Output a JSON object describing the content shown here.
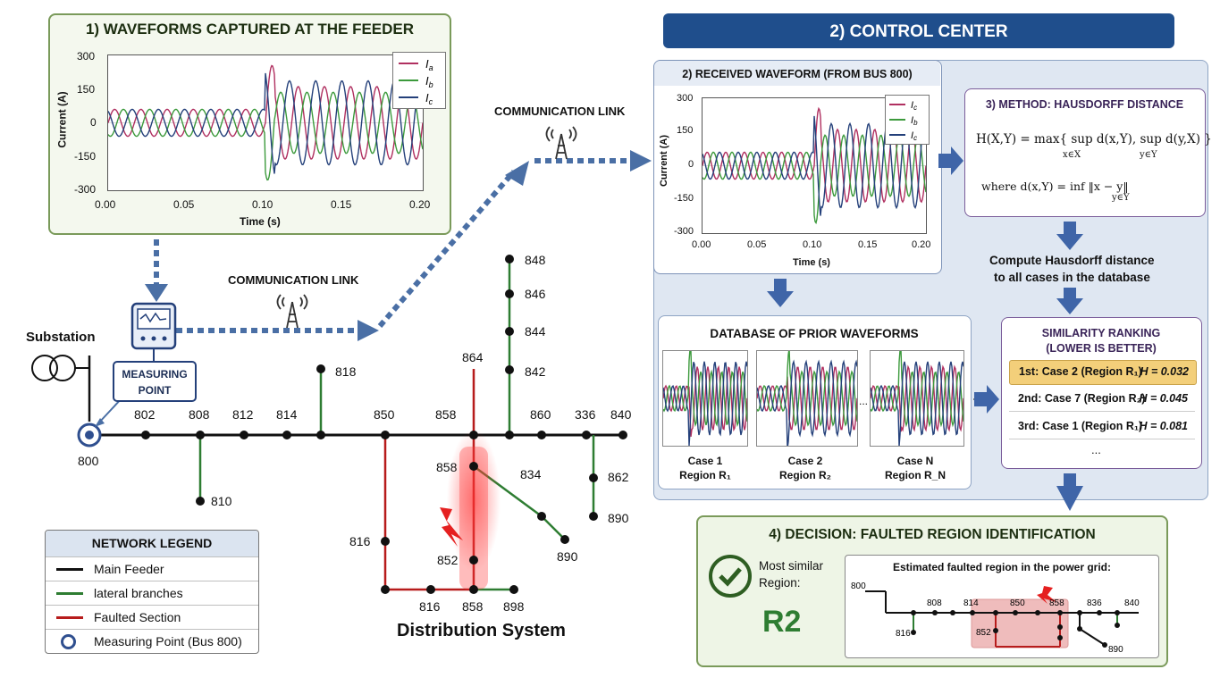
{
  "feeder_panel": {
    "title": "1) WAVEFORMS CAPTURED AT THE FEEDER",
    "ylabel": "Current (A)",
    "xlabel": "Time (s)",
    "yticks": [
      "300",
      "150",
      "0",
      "-150",
      "-300"
    ],
    "xticks": [
      "0.00",
      "0.05",
      "0.10",
      "0.15",
      "0.20"
    ],
    "legend": [
      "I_a",
      "I_b",
      "I_c"
    ]
  },
  "comm_link_1": "COMMUNICATION LINK",
  "comm_link_2": "COMMUNICATION LINK",
  "control_center": {
    "title": "2) CONTROL CENTER",
    "received": {
      "title": "2) RECEIVED WAVEFORM (FROM BUS 800)",
      "ylabel": "Current (A)",
      "xlabel": "Time (s)",
      "yticks": [
        "300",
        "150",
        "0",
        "-150",
        "-300"
      ],
      "xticks": [
        "0.00",
        "0.05",
        "0.10",
        "0.15",
        "0.20"
      ],
      "legend": [
        "I_c",
        "I_b",
        "I_c"
      ]
    },
    "method": {
      "title": "3) METHOD: HAUSDORFF DISTANCE",
      "formula": "H(X,Y) = max{ sup d(x,Y), sup d(y,X) }",
      "sub1": "x∈X",
      "sub2": "y∈Y",
      "where": "where  d(x,Y) = inf ‖x − y‖",
      "where_sub": "y∈Y"
    },
    "compute_text_1": "Compute Hausdorff distance",
    "compute_text_2": "to all cases in the database",
    "database": {
      "title": "DATABASE OF PRIOR WAVEFORMS",
      "cases": [
        {
          "name": "Case 1",
          "region": "Region R₁"
        },
        {
          "name": "Case 2",
          "region": "Region R₂"
        },
        {
          "name": "Case N",
          "region": "Region R_N"
        }
      ],
      "ellipsis": "..."
    },
    "ranking": {
      "title_1": "SIMILARITY RANKING",
      "title_2": "(LOWER IS BETTER)",
      "rows": [
        {
          "rank": "1st: Case 2 (Region R₁)",
          "h": "H = 0.032"
        },
        {
          "rank": "2nd: Case 7 (Region R₂)",
          "h": "H = 0.045"
        },
        {
          "rank": "3rd: Case 1 (Region R₁)",
          "h": "H = 0.081"
        }
      ],
      "more": "..."
    },
    "decision": {
      "title": "4) DECISION: FAULTED REGION IDENTIFICATION",
      "most_similar_1": "Most similar",
      "most_similar_2": "Region:",
      "region": "R2",
      "map_title": "Estimated faulted region in the power grid:",
      "map_labels": [
        "800",
        "808",
        "814",
        "850",
        "858",
        "836",
        "840",
        "816",
        "852",
        "890"
      ]
    }
  },
  "substation": "Substation",
  "measuring_point": [
    "MEASURING",
    "POINT"
  ],
  "network_title": "Distribution System",
  "buses": {
    "b800": "800",
    "b802": "802",
    "b808": "808",
    "b812": "812",
    "b814": "814",
    "b850": "850",
    "b858": "858",
    "b860": "860",
    "b336": "336",
    "b840": "840",
    "b818": "818",
    "b810": "810",
    "b864": "864",
    "b848": "848",
    "b846": "846",
    "b844": "844",
    "b842": "842",
    "b858b": "858",
    "b834": "834",
    "b862": "862",
    "b890a": "890",
    "b890b": "890",
    "b816": "816",
    "b852": "852",
    "b816b": "816",
    "b858c": "858",
    "b898": "898"
  },
  "legend": {
    "title": "NETWORK LEGEND",
    "items": [
      {
        "label": "Main Feeder",
        "color": "#111111"
      },
      {
        "label": "lateral branches",
        "color": "#2e7d32"
      },
      {
        "label": "Faulted Section",
        "color": "#b71c1c"
      },
      {
        "label": "Measuring Point (Bus 800)",
        "color": "#2f4f8f"
      }
    ]
  },
  "colors": {
    "ia": "#b03060",
    "ib": "#3c9a3c",
    "ic": "#24407a",
    "header_blue": "#1f4e8c",
    "arrow_blue": "#4a6fa5",
    "panel_green_bg": "#eef5e6",
    "panel_purple_border": "#7a5c9a",
    "highlight": "#f3cf7a",
    "fault_red": "#b71c1c",
    "lateral_green": "#2e7d32"
  }
}
